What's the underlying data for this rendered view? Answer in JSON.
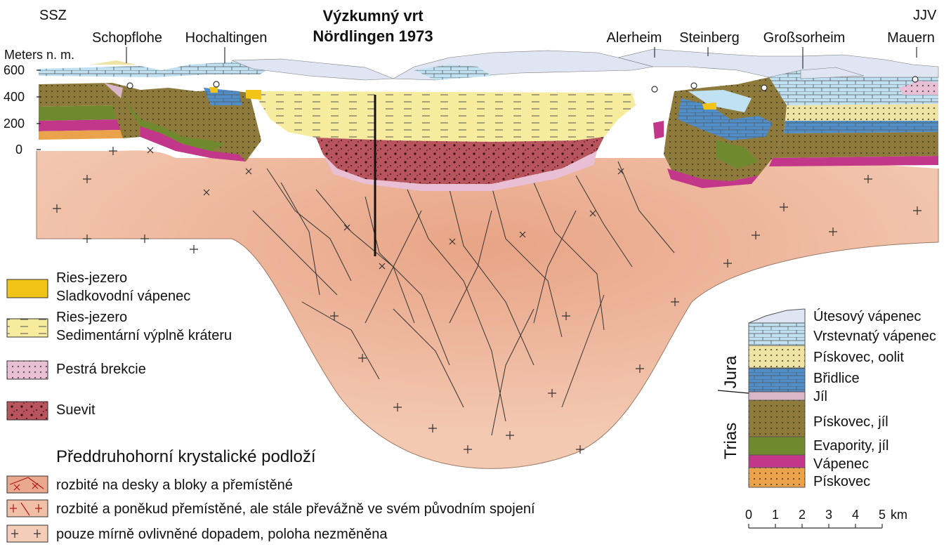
{
  "title": {
    "line1": "Výzkumný vrt",
    "line2": "Nördlingen 1973"
  },
  "directions": {
    "left": "SSZ",
    "right": "JJV"
  },
  "places": [
    "Schopflohe",
    "Hochaltingen",
    "Alerheim",
    "Steinberg",
    "Großsorheim",
    "Mauern"
  ],
  "elevation": {
    "label": "Meters n. m.",
    "ticks": [
      "600",
      "400",
      "200",
      "0"
    ]
  },
  "legend_left": [
    {
      "line1": "Ries-jezero",
      "line2": "Sladkovodní vápenec",
      "color": "#f2c417"
    },
    {
      "line1": "Ries-jezero",
      "line2": "Sedimentární výplně kráteru",
      "color": "#f7ec9e"
    },
    {
      "line1": "Pestrá brekcie",
      "line2": "",
      "color": "#e9bfd6"
    },
    {
      "line1": "Suevit",
      "line2": "",
      "color": "#b8545d"
    }
  ],
  "basement": {
    "heading": "Předdruhohorní krystalické podloží",
    "items": [
      {
        "label": "rozbité na desky a bloky a přemístěné",
        "color": "#e9a98f"
      },
      {
        "label": "rozbité a poněkud přemístěné, ale stále převážně ve svém původním spojení",
        "color": "#f0bfa6"
      },
      {
        "label": "pouze mírně ovlivněné dopadem, poloha nezměněna",
        "color": "#f4cdb8"
      }
    ]
  },
  "strat": {
    "periods": [
      "Jura",
      "Trias"
    ],
    "units": [
      {
        "label": "Útesový vápenec",
        "color": "#dfe5f2"
      },
      {
        "label": "Vrstevnatý vápenec",
        "color": "#bfe1f2"
      },
      {
        "label": "Pískovec, oolit",
        "color": "#efe3a4"
      },
      {
        "label": "Břidlice",
        "color": "#4f8ec8"
      },
      {
        "label": "Jíl",
        "color": "#dab6c9"
      },
      {
        "label": "Pískovec, jíl",
        "color": "#8e7a3a"
      },
      {
        "label": "Evapority, jíl",
        "color": "#6f8a2e"
      },
      {
        "label": "Vápenec",
        "color": "#c2378a"
      },
      {
        "label": "Pískovec",
        "color": "#eaa34a"
      }
    ]
  },
  "scale": {
    "ticks": [
      "0",
      "1",
      "2",
      "3",
      "4",
      "5"
    ],
    "unit": "km"
  }
}
